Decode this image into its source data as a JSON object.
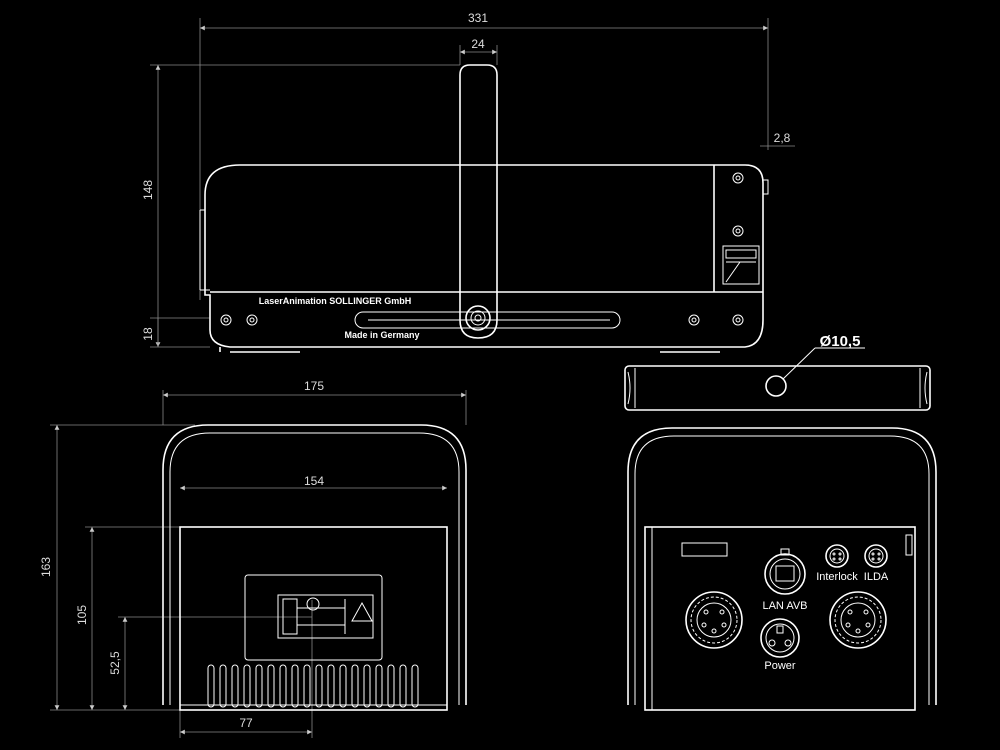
{
  "dimensions": {
    "width_top": "331",
    "arm_width": "24",
    "height_side": "148",
    "bottom_height": "18",
    "protrusion": "2,8",
    "width_front": "175",
    "inner_width": "154",
    "height_front": "163",
    "aperture_height": "105",
    "lens_height": "52,5",
    "lens_offset": "77",
    "hole_diameter": "Ø10,5"
  },
  "labels": {
    "brand": "LaserAnimation SOLLINGER GmbH",
    "made_in": "Made in Germany",
    "interlock": "Interlock",
    "ilda": "ILDA",
    "lan": "LAN AVB",
    "power": "Power"
  }
}
